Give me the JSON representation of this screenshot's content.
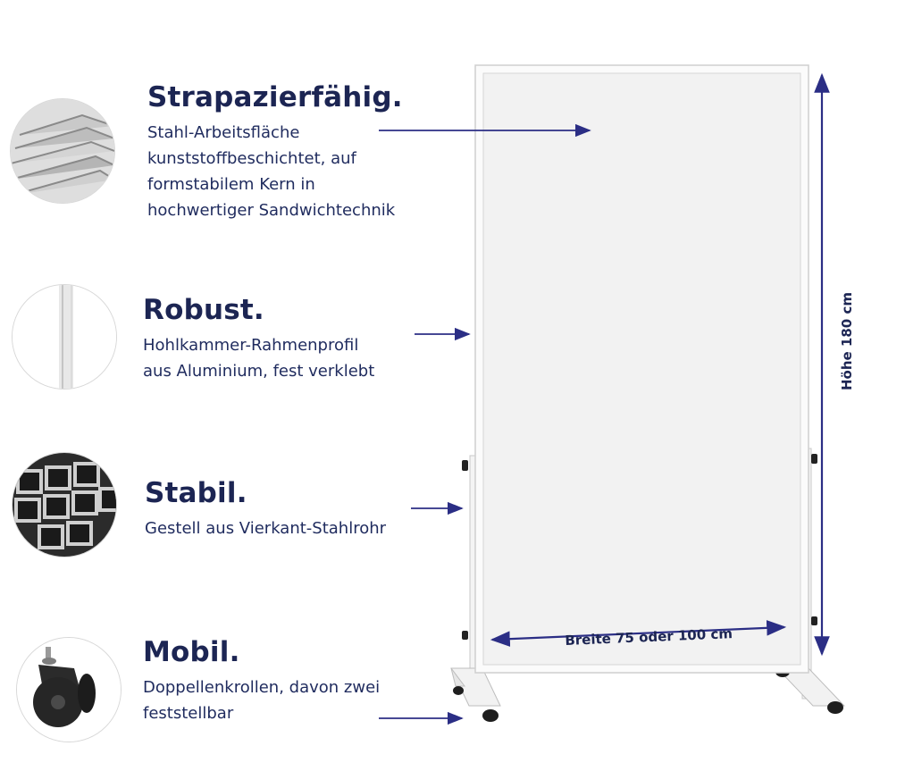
{
  "features": [
    {
      "title": "Strapazierfähig.",
      "lines": [
        "Stahl-Arbeitsfläche",
        "kunststoffbeschichtet, auf",
        "formstabilem Kern in",
        "hochwertiger Sandwichtechnik"
      ]
    },
    {
      "title": "Robust.",
      "lines": [
        "Hohlkammer-Rahmenprofil",
        "aus Aluminium, fest verklebt"
      ]
    },
    {
      "title": "Stabil.",
      "lines": [
        "Gestell aus Vierkant-Stahlrohr"
      ]
    },
    {
      "title": "Mobil.",
      "lines": [
        "Doppellenkrollen, davon zwei",
        "feststellbar"
      ]
    }
  ],
  "dimensions": {
    "width_label": "Breite 75 oder 100 cm",
    "height_label": "Höhe 180 cm"
  },
  "colors": {
    "text": "#1c2553",
    "arrow": "#2b2e85",
    "board": "#f1f1f1",
    "frame": "#e4e4e4"
  },
  "icons": [
    "sandwich-panel-icon",
    "frame-profile-icon",
    "square-tube-icon",
    "caster-wheel-icon"
  ]
}
